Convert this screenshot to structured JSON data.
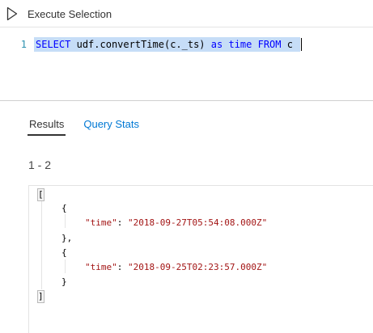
{
  "toolbar": {
    "execute_label": "Execute Selection",
    "execute_icon": "play-icon"
  },
  "editor": {
    "line_number": "1",
    "tokens": {
      "select": "SELECT",
      "expr": "udf.convertTime(c._ts)",
      "as": "as",
      "alias": "time",
      "from": "FROM",
      "source": "c"
    },
    "selection_color": "#c6ddf7",
    "keyword_color": "#0000ff"
  },
  "tabs": [
    {
      "label": "Results",
      "active": true
    },
    {
      "label": "Query Stats",
      "active": false
    }
  ],
  "results": {
    "count_label": "1 - 2",
    "open_bracket": "[",
    "close_bracket": "]",
    "items": [
      {
        "open": "{",
        "key": "\"time\"",
        "colon": ": ",
        "value": "\"2018-09-27T05:54:08.000Z\"",
        "close": "},"
      },
      {
        "open": "{",
        "key": "\"time\"",
        "colon": ": ",
        "value": "\"2018-09-25T02:23:57.000Z\"",
        "close": "}"
      }
    ]
  }
}
